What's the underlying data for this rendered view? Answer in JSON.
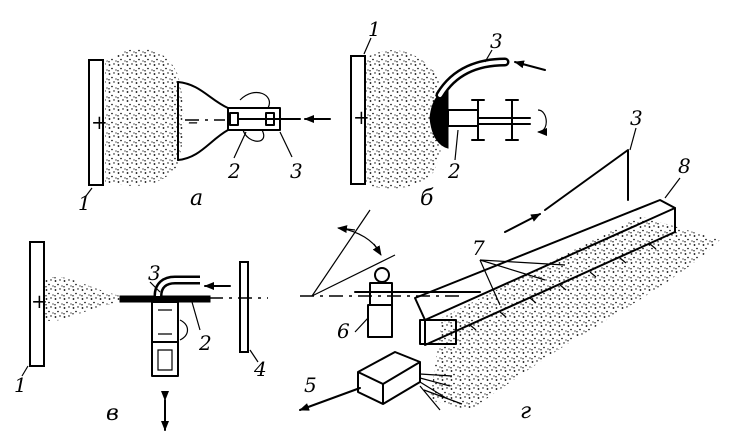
{
  "panels": {
    "a": {
      "caption": "а",
      "labels": [
        "1",
        "2",
        "3"
      ],
      "polarity": [
        "+",
        "–"
      ]
    },
    "b": {
      "caption": "б",
      "labels": [
        "1",
        "2",
        "3"
      ],
      "polarity": [
        "+"
      ]
    },
    "v": {
      "caption": "в",
      "labels": [
        "1",
        "2",
        "3",
        "4"
      ],
      "polarity": [
        "+"
      ]
    },
    "g": {
      "caption": "г",
      "labels": [
        "3",
        "5",
        "6",
        "7",
        "8"
      ]
    }
  }
}
